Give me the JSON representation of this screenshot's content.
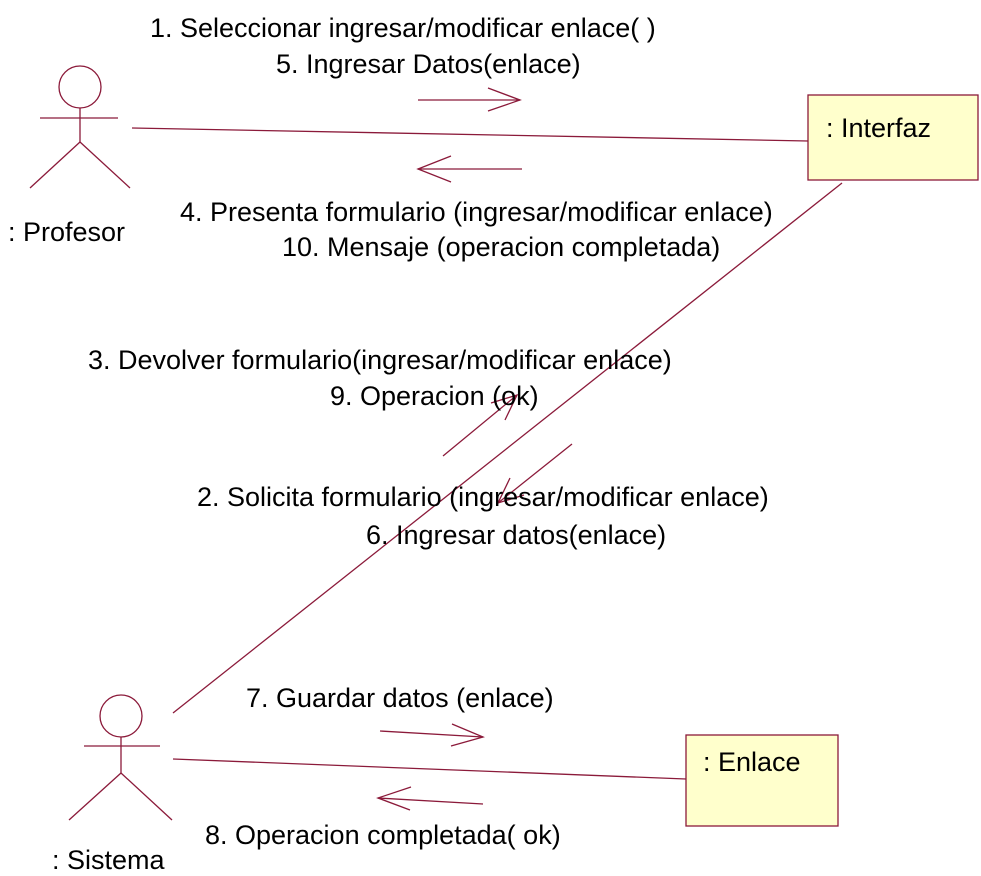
{
  "diagram": {
    "actors": {
      "profesor": ": Profesor",
      "sistema": ": Sistema"
    },
    "objects": {
      "interfaz": ": Interfaz",
      "enlace": ": Enlace"
    },
    "messages": {
      "m1": "1. Seleccionar ingresar/modificar enlace( )",
      "m5": "5. Ingresar Datos(enlace)",
      "m4": "4. Presenta formulario (ingresar/modificar enlace)",
      "m10": "10. Mensaje (operacion completada)",
      "m3": "3. Devolver formulario(ingresar/modificar enlace)",
      "m9": "9. Operacion (ok)",
      "m2": "2. Solicita formulario (ingresar/modificar enlace)",
      "m6": "6. Ingresar datos(enlace)",
      "m7": "7. Guardar datos (enlace)",
      "m8": "8. Operacion completada( ok)"
    },
    "colors": {
      "line": "#8b1a3a",
      "object_fill": "#ffffcc",
      "text": "#000000"
    }
  }
}
